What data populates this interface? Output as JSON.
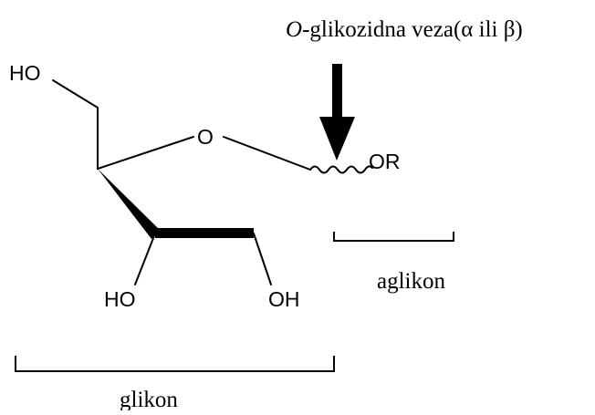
{
  "atoms": {
    "ch2oh_ho": "HO",
    "ring_o": "O",
    "aglycone_or": "OR",
    "c3_ho": "HO",
    "c2_oh": "OH"
  },
  "labels": {
    "bond_prefix": "O",
    "bond_text": "-glikozidna veza(α ili β)",
    "aglycone": "aglikon",
    "glycone": "glikon"
  },
  "colors": {
    "ink": "#000000",
    "background": "#ffffff"
  }
}
